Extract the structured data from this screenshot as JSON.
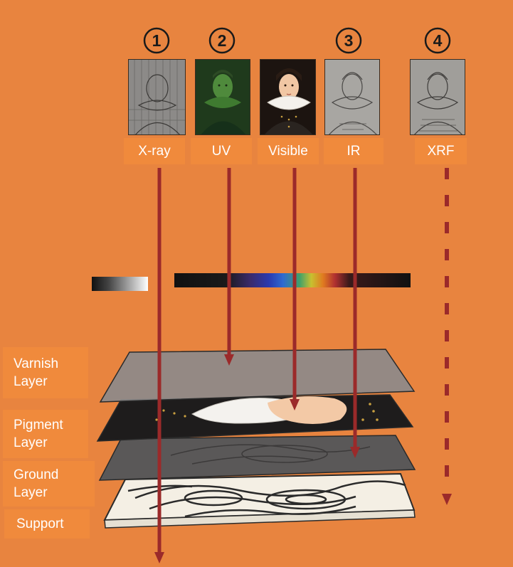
{
  "techniques": [
    {
      "number": "①",
      "label": "X-ray",
      "image": "portrait-xray-thumbnail"
    },
    {
      "number": "②",
      "label": "UV",
      "image": "portrait-uv-thumbnail"
    },
    {
      "number": "",
      "label": "Visible",
      "image": "portrait-visible-thumbnail"
    },
    {
      "number": "③",
      "label": "IR",
      "image": "portrait-ir-thumbnail"
    },
    {
      "number": "④",
      "label": "XRF",
      "image": "portrait-xrf-thumbnail"
    }
  ],
  "layers": [
    {
      "line1": "Varnish",
      "line2": "Layer"
    },
    {
      "line1": "Pigment",
      "line2": "Layer"
    },
    {
      "line1": "Ground",
      "line2": "Layer"
    },
    {
      "line1": "Support",
      "line2": ""
    }
  ],
  "colors": {
    "background": "#e8843f",
    "label_box": "#f08a3c",
    "arrow": "#9b2a2a"
  }
}
